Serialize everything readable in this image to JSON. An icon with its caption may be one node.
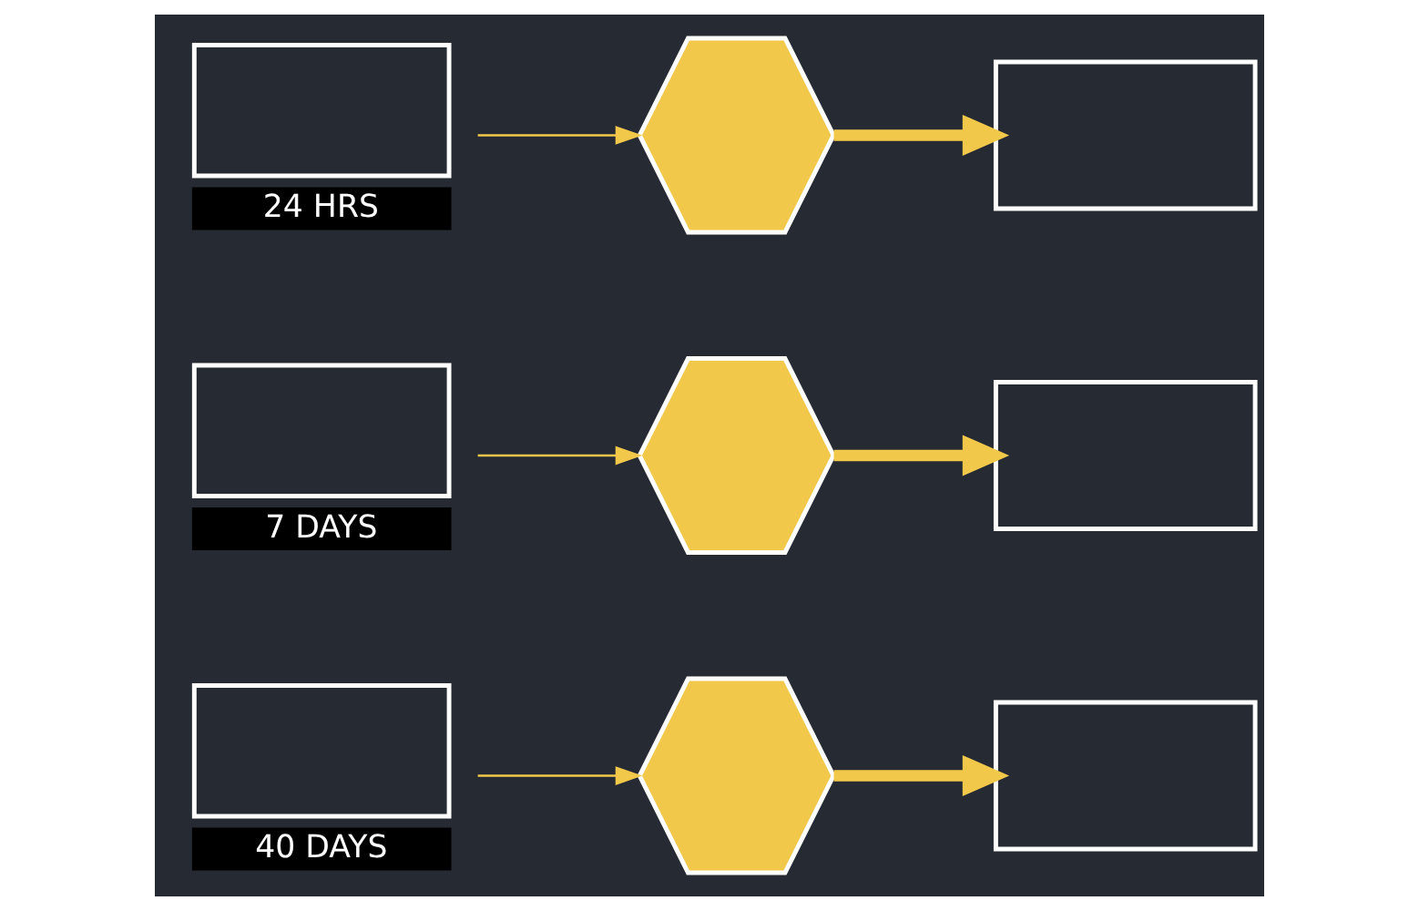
{
  "diagram": {
    "nodes": [
      {
        "text": [],
        "shape": "chart",
        "beside": [
          "24 HRS"
        ]
      },
      {
        "text": [],
        "shape": "network"
      },
      {
        "text": [],
        "shape": "chart"
      },
      {
        "text": [],
        "shape": "chart",
        "beside": [
          "7 DAYS"
        ]
      },
      {
        "text": [],
        "shape": "network"
      },
      {
        "text": [],
        "shape": "chart"
      },
      {
        "text": [],
        "shape": "chart",
        "beside": [
          "40 DAYS"
        ]
      },
      {
        "text": [],
        "shape": "network"
      },
      {
        "text": [],
        "shape": "chart"
      }
    ],
    "edges": [
      {
        "from": 0,
        "to": 1,
        "arrow": "to"
      },
      {
        "from": 1,
        "to": 2,
        "arrow": "to",
        "style": "thick"
      },
      {
        "from": 3,
        "to": 4,
        "arrow": "to"
      },
      {
        "from": 4,
        "to": 5,
        "arrow": "to",
        "style": "thick"
      },
      {
        "from": 6,
        "to": 7,
        "arrow": "to"
      },
      {
        "from": 7,
        "to": 8,
        "arrow": "to",
        "style": "thick"
      }
    ]
  }
}
